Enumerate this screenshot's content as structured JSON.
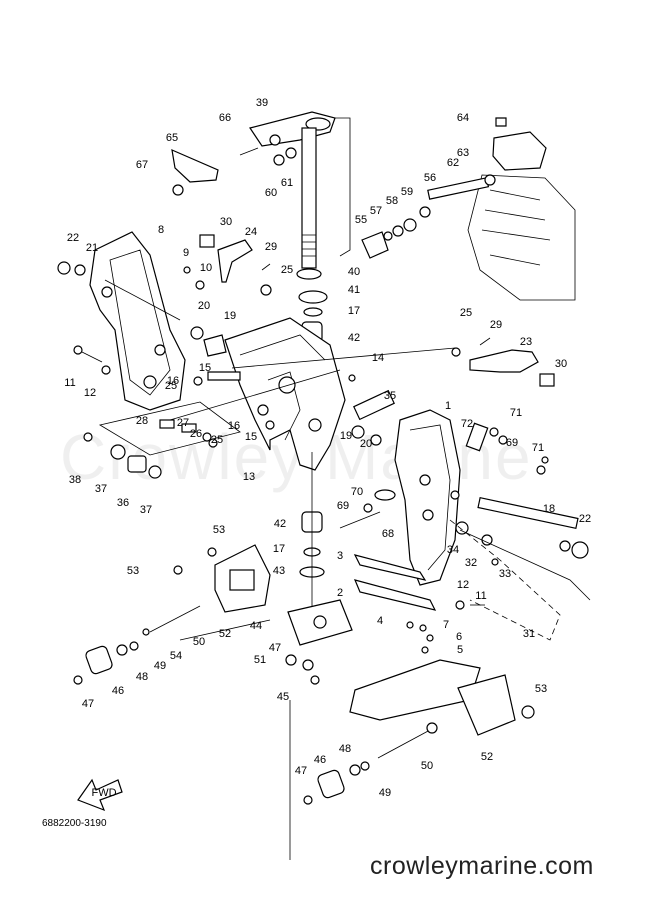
{
  "diagram": {
    "callouts": [
      "39",
      "66",
      "65",
      "67",
      "60",
      "61",
      "64",
      "63",
      "62",
      "56",
      "59",
      "58",
      "57",
      "55",
      "8",
      "22",
      "21",
      "9",
      "30",
      "24",
      "29",
      "25",
      "10",
      "40",
      "41",
      "17",
      "42",
      "20",
      "19",
      "15",
      "16",
      "11",
      "12",
      "14",
      "35",
      "25",
      "29",
      "23",
      "30",
      "1",
      "71",
      "72",
      "71",
      "69",
      "25",
      "28",
      "16",
      "15",
      "27",
      "26",
      "25",
      "38",
      "37",
      "36",
      "37",
      "13",
      "19",
      "20",
      "70",
      "69",
      "22",
      "18",
      "42",
      "68",
      "53",
      "53",
      "17",
      "3",
      "43",
      "34",
      "32",
      "33",
      "2",
      "12",
      "11",
      "31",
      "44",
      "4",
      "7",
      "6",
      "5",
      "50",
      "52",
      "51",
      "47",
      "54",
      "49",
      "48",
      "46",
      "47",
      "45",
      "53",
      "52",
      "48",
      "46",
      "47",
      "49",
      "50"
    ],
    "catalog_number": "6882200-3190",
    "fwd_label": "FWD",
    "watermark": "Crowley Marine",
    "website": "crowleymarine.com"
  },
  "colors": {
    "line": "#000000",
    "background": "#ffffff",
    "website_text": "#222222"
  }
}
